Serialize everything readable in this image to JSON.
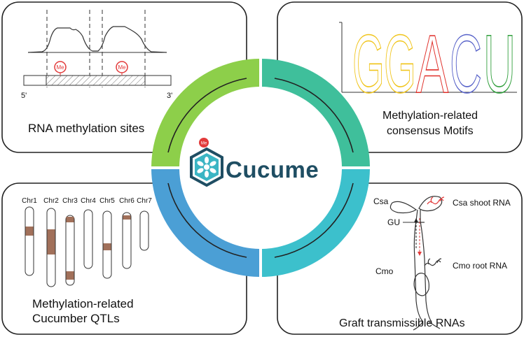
{
  "center": {
    "logo_badge": "Me",
    "logo_text": "Cucume"
  },
  "panels": {
    "top_left": {
      "title": "RNA methylation sites",
      "badge": "Me",
      "end_left": "5'",
      "end_right": "3'"
    },
    "top_right": {
      "title_line1": "Methylation-related",
      "title_line2": "consensus Motifs",
      "motif_letters": [
        "G",
        "G",
        "A",
        "C",
        "U"
      ],
      "motif_colors": [
        "#f0c419",
        "#f0c419",
        "#e0302a",
        "#5560c8",
        "#2e9e3a"
      ]
    },
    "bottom_left": {
      "title_line1": "Methylation-related",
      "title_line2": "Cucumber QTLs",
      "chromosomes": [
        "Chr1",
        "Chr2",
        "Chr3",
        "Chr4",
        "Chr5",
        "Chr6",
        "Chr7"
      ]
    },
    "bottom_right": {
      "title": "Graft transmissible RNAs",
      "label_csa": "Csa",
      "label_gu": "GU",
      "label_cmo": "Cmo",
      "label_shoot_rna": "Csa shoot RNA",
      "label_root_rna": "Cmo root RNA"
    }
  },
  "colors": {
    "ring_green": "#8dcf4a",
    "ring_teal": "#3fbf9b",
    "ring_blue": "#4b9fd5",
    "ring_cyan": "#3cc0cc",
    "logo_navy": "#1f4e63",
    "qtl_brown": "#a1705a",
    "me_red": "#e23a3a"
  }
}
